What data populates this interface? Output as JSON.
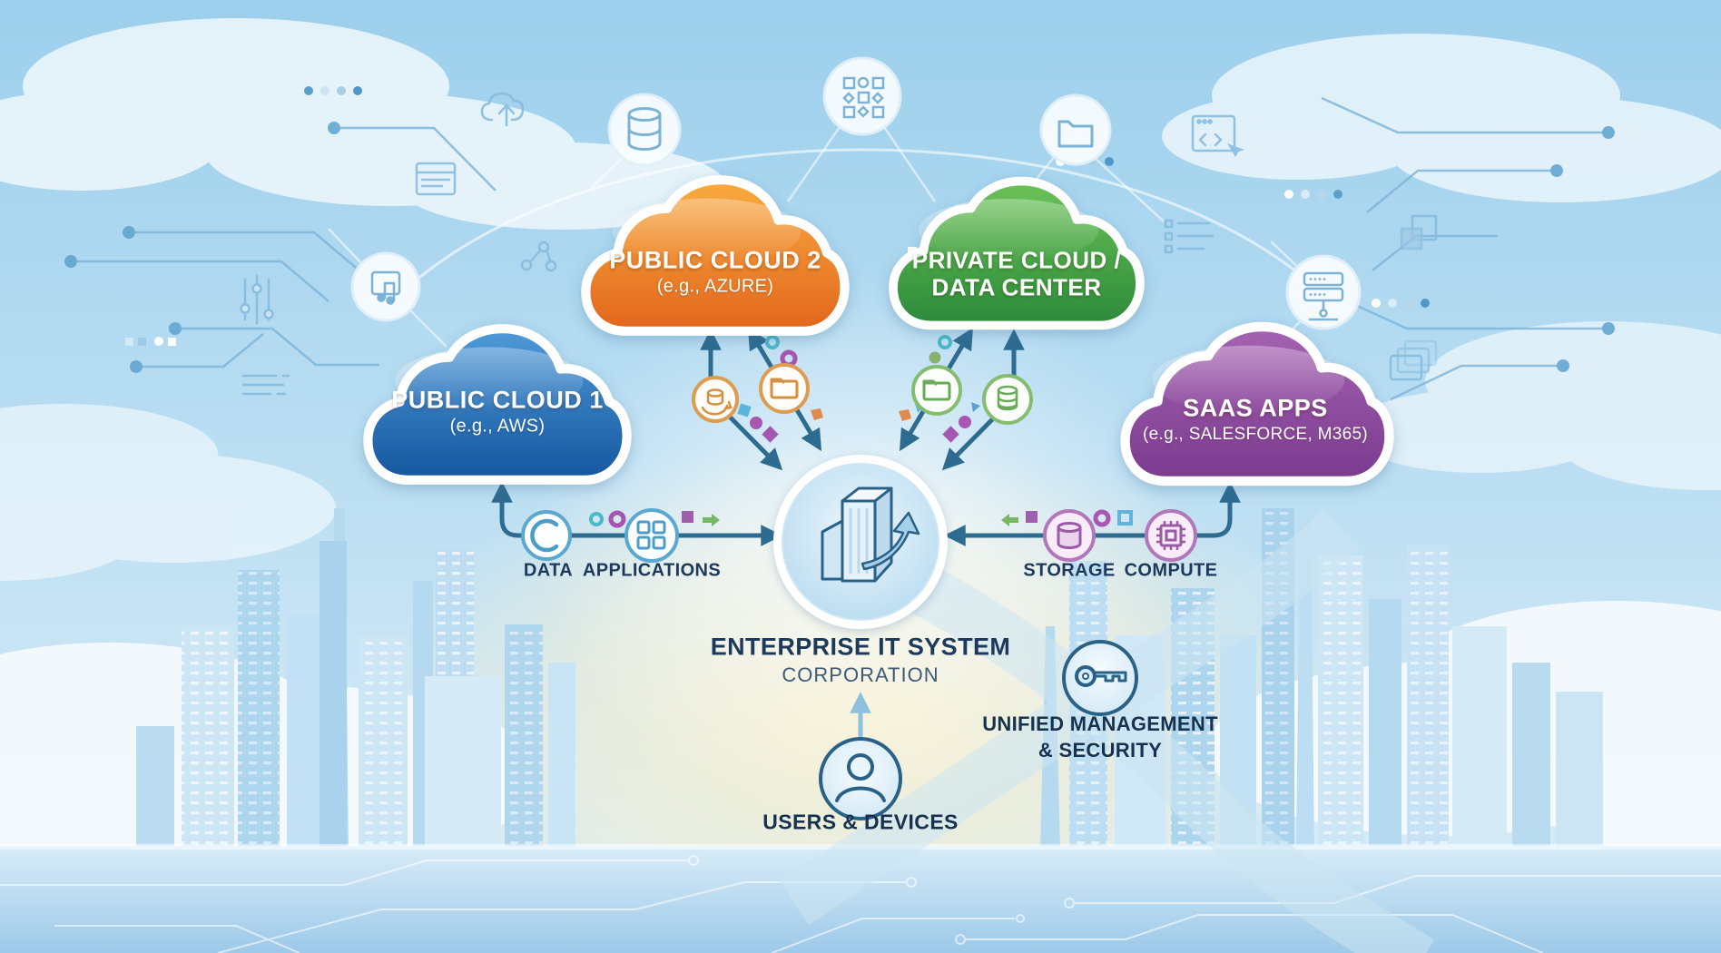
{
  "clouds": {
    "public1": {
      "title": "PUBLIC CLOUD 1",
      "subtitle": "(e.g., AWS)",
      "color_top": "#4f9ad8",
      "color_bottom": "#15569f"
    },
    "public2": {
      "title": "PUBLIC CLOUD 2",
      "subtitle": "(e.g., AZURE)",
      "color_top": "#f8ab40",
      "color_bottom": "#e2661d"
    },
    "private": {
      "title_line1": "PRIVATE CLOUD /",
      "title_line2": "DATA CENTER",
      "color_top": "#6cc257",
      "color_bottom": "#2b8a3a"
    },
    "saas": {
      "title": "SAAS APPS",
      "subtitle": "(e.g., SALESFORCE, M365)",
      "color_top": "#a563b2",
      "color_bottom": "#7a3a8e"
    }
  },
  "hub": {
    "title": "ENTERPRISE IT SYSTEM",
    "subtitle": "CORPORATION",
    "icon": "enterprise-building-icon"
  },
  "flow_labels": {
    "data": "DATA",
    "applications": "APPLICATIONS",
    "storage": "STORAGE",
    "compute": "COMPUTE"
  },
  "flow_icons": {
    "data": "sync-icon",
    "applications": "app-grid-icon",
    "storage": "storage-cylinder-icon",
    "compute": "cpu-chip-icon",
    "cloud2_link1": "sync-database-icon",
    "cloud2_link2": "folder-icon",
    "private_link1": "folder-icon",
    "private_link2": "database-stack-icon"
  },
  "management": {
    "line1": "UNIFIED MANAGEMENT",
    "line2": "& SECURITY",
    "icon": "key-icon"
  },
  "users": {
    "label": "USERS & DEVICES",
    "icon": "person-icon"
  },
  "background_icons": [
    "cloud-upload-icon",
    "browser-window-icon",
    "sliders-icon",
    "music-folder-icon",
    "share-nodes-icon",
    "database-icon",
    "qr-grid-icon",
    "folder-icon",
    "code-window-icon",
    "list-icon",
    "server-icon",
    "layers-icon",
    "photos-stack-icon"
  ],
  "colors": {
    "arrow": "#2e6b90",
    "light_arrow": "#8fc0e0",
    "label_text": "#1d3a5c",
    "sky_top": "#9ccfec",
    "sky_bottom": "#dceff8",
    "accent_teal": "#49b8c8",
    "accent_purple": "#a855b0",
    "accent_green": "#76b763",
    "accent_orange": "#e08a4e",
    "circuit_line": "#7fb6da"
  }
}
